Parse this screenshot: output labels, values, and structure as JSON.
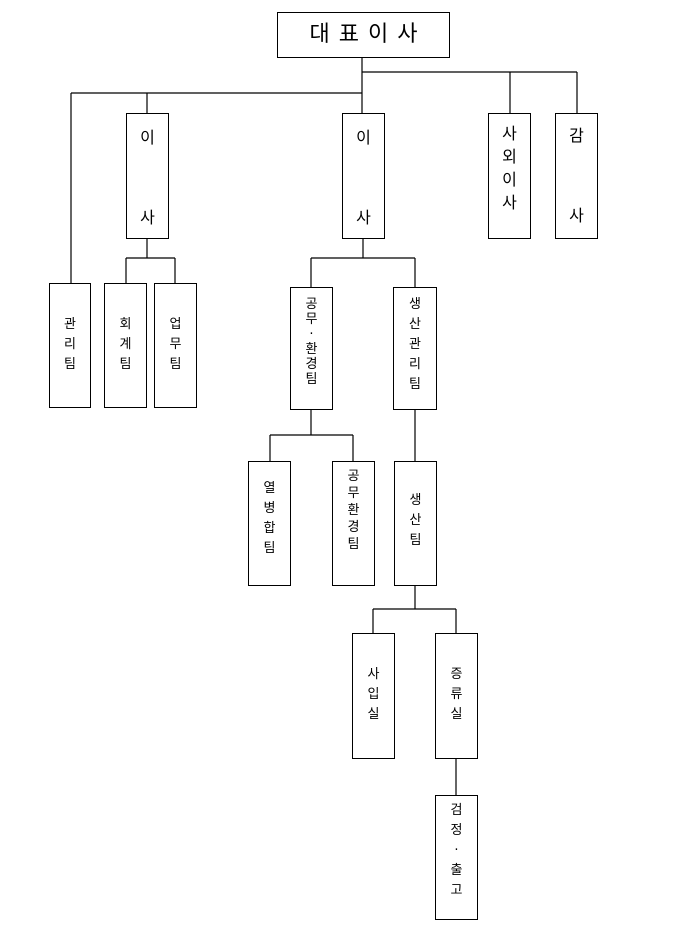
{
  "org_chart": {
    "ceo": "대표이사",
    "director_1": [
      "이",
      "사"
    ],
    "director_2": [
      "이",
      "사"
    ],
    "outside_director": [
      "사",
      "외",
      "이",
      "사"
    ],
    "auditor": [
      "감",
      "사"
    ],
    "management_team": [
      "관",
      "리",
      "팀"
    ],
    "accounting_team": [
      "회",
      "계",
      "팀"
    ],
    "business_team": [
      "업",
      "무",
      "팀"
    ],
    "engineering_env_team_parent": [
      "공",
      "무",
      "·",
      "환",
      "경",
      "팀"
    ],
    "production_management_team": [
      "생",
      "산",
      "관",
      "리",
      "팀"
    ],
    "heat_supply_team": [
      "열",
      "병",
      "합",
      "팀"
    ],
    "engineering_env_team": [
      "공",
      "무",
      "환",
      "경",
      "팀"
    ],
    "production_team": [
      "생",
      "산",
      "팀"
    ],
    "office": [
      "사",
      "입",
      "실"
    ],
    "distillation_room": [
      "증",
      "류",
      "실"
    ],
    "inspection_shipping": [
      "검",
      "정",
      "·",
      "출",
      "고"
    ]
  }
}
